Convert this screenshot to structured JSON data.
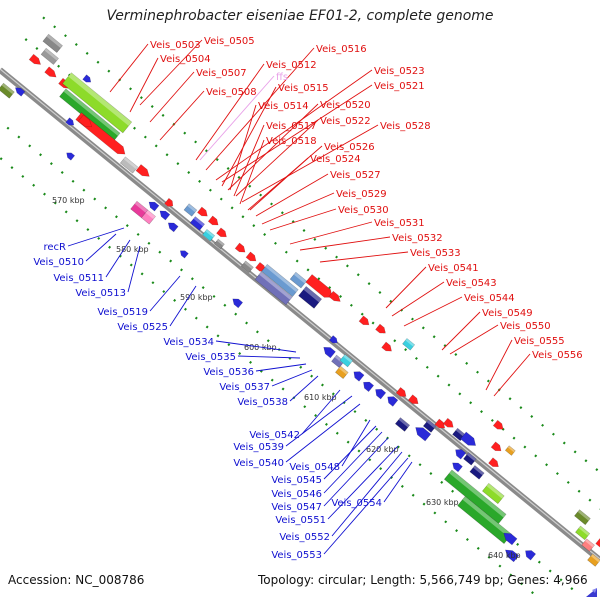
{
  "title": "Verminephrobacter eiseniae EF01-2, complete genome",
  "accession": "Accession: NC_008786",
  "topology": "Topology: circular; Length: 5,566,749 bp; Genes: 4,966",
  "colors": {
    "forward_label": "#e01010",
    "reverse_label": "#1010d0",
    "rna_label": "#e8a0e8",
    "backbone": "#999999",
    "tick": "#1a8a1a"
  },
  "kbp_ticks": [
    "570 kbp",
    "580 kbp",
    "590 kbp",
    "600 kbp",
    "610 kbp",
    "620 kbp",
    "630 kbp",
    "640 kbp"
  ],
  "forward_labels": [
    "Veis_0503",
    "Veis_0505",
    "Veis_0504",
    "Veis_0507",
    "Veis_0508",
    "Veis_0512",
    "Veis_0516",
    "Veis_0523",
    "Veis_0521",
    "Veis_0515",
    "Veis_0520",
    "Veis_0514",
    "Veis_0522",
    "Veis_0517",
    "Veis_0528",
    "Veis_0518",
    "Veis_0526",
    "Veis_0524",
    "Veis_0527",
    "Veis_0529",
    "Veis_0530",
    "Veis_0531",
    "Veis_0532",
    "Veis_0533",
    "Veis_0541",
    "Veis_0543",
    "Veis_0544",
    "Veis_0549",
    "Veis_0550",
    "Veis_0555",
    "Veis_0556"
  ],
  "rna_labels": [
    "ffs"
  ],
  "reverse_labels": [
    "recR",
    "Veis_0510",
    "Veis_0511",
    "Veis_0513",
    "Veis_0519",
    "Veis_0525",
    "Veis_0534",
    "Veis_0535",
    "Veis_0536",
    "Veis_0537",
    "Veis_0538",
    "Veis_0542",
    "Veis_0539",
    "Veis_0540",
    "Veis_0548",
    "Veis_0545",
    "Veis_0546",
    "Veis_0547",
    "Veis_0554",
    "Veis_0551",
    "Veis_0552",
    "Veis_0553"
  ]
}
